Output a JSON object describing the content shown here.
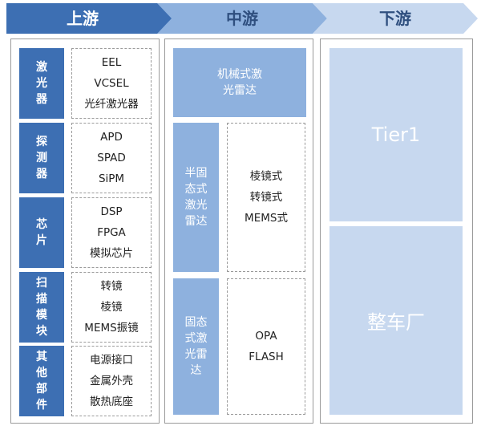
{
  "stages": {
    "upstream": "上游",
    "midstream": "中游",
    "downstream": "下游"
  },
  "upstream": [
    {
      "category": "激光器",
      "items": [
        "EEL",
        "VCSEL",
        "光纤激光器"
      ]
    },
    {
      "category": "探测器",
      "items": [
        "APD",
        "SPAD",
        "SiPM"
      ]
    },
    {
      "category": "芯片",
      "items": [
        "DSP",
        "FPGA",
        "模拟芯片"
      ]
    },
    {
      "category": "扫描模块",
      "items": [
        "转镜",
        "棱镜",
        "MEMS振镜"
      ]
    },
    {
      "category": "其他部件",
      "items": [
        "电源接口",
        "金属外壳",
        "散热底座"
      ]
    }
  ],
  "midstream": {
    "mechanical": "机械式激光雷达",
    "semi_solid": {
      "label": "半固态式激光雷达",
      "items": [
        "棱镜式",
        "转镜式",
        "MEMS式"
      ]
    },
    "solid": {
      "label": "固态式激光雷达",
      "items": [
        "OPA",
        "FLASH"
      ]
    }
  },
  "downstream": {
    "tier1": "Tier1",
    "oem": "整车厂"
  },
  "colors": {
    "dark_blue": "#3d6fb3",
    "mid_blue": "#8eb1de",
    "light_blue": "#c7d8ef"
  }
}
